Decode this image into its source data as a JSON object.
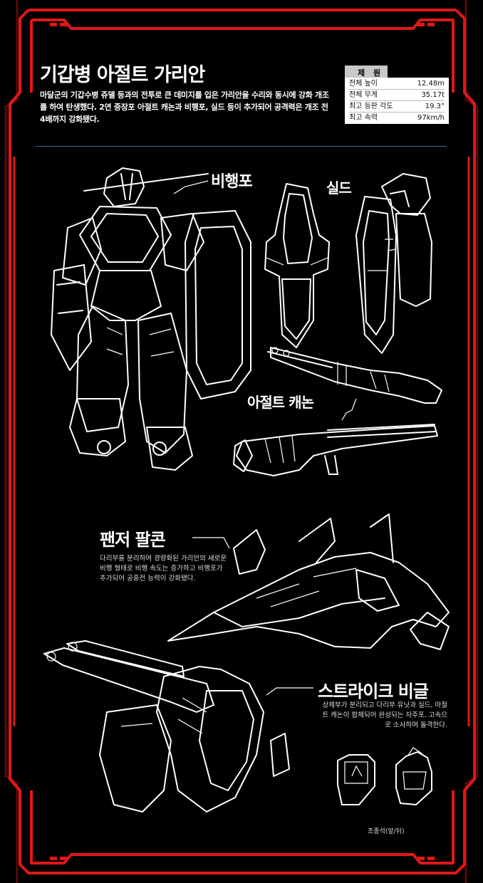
{
  "title": "기갑병 아절트 가리안",
  "intro": "마달군의 기갑수병 쥬델 등과의 전투로 큰 데미지를 입은 가리안을 수리와 동시에 강화 개조를 하여 탄생했다. 2연 중장포 아절트 캐논과 비행포, 실드 등이 추가되어 공격력은 개조 전 4배까지 강화됐다.",
  "spec": {
    "header": "제 원",
    "rows": [
      {
        "label": "전체 높이",
        "value": "12.48m"
      },
      {
        "label": "전체 무게",
        "value": "35.17t"
      },
      {
        "label": "최고 등판 각도",
        "value": "19.3°"
      },
      {
        "label": "최고 속력",
        "value": "97km/h"
      }
    ]
  },
  "labels": {
    "flight_pod": "비행포",
    "shield": "실드",
    "assault_cannon": "아절트 캐논",
    "panzer_falcon": "팬저 팔콘",
    "strike_beagle": "스트라이크 비글"
  },
  "descriptions": {
    "panzer_falcon": "다리부를 분리하여 경량화된 가리안의 새로운 비행 형태로 비행 속도는 증가하고 비행포가 추가되어 공중전 능력이 강화됐다.",
    "strike_beagle": "상체부가 분리되고 다리부 유닛과 실드, 아절트 캐논이 합체되어 완성되는 자주포. 고속으로 소사하며 돌격한다."
  },
  "caption": "조종석(앞/뒤)",
  "colors": {
    "background": "#000000",
    "frame_red": "#e01818",
    "frame_dark_red": "#5a0a0a",
    "divider_blue": "#3d6ea8",
    "line_art": "#ffffff"
  }
}
